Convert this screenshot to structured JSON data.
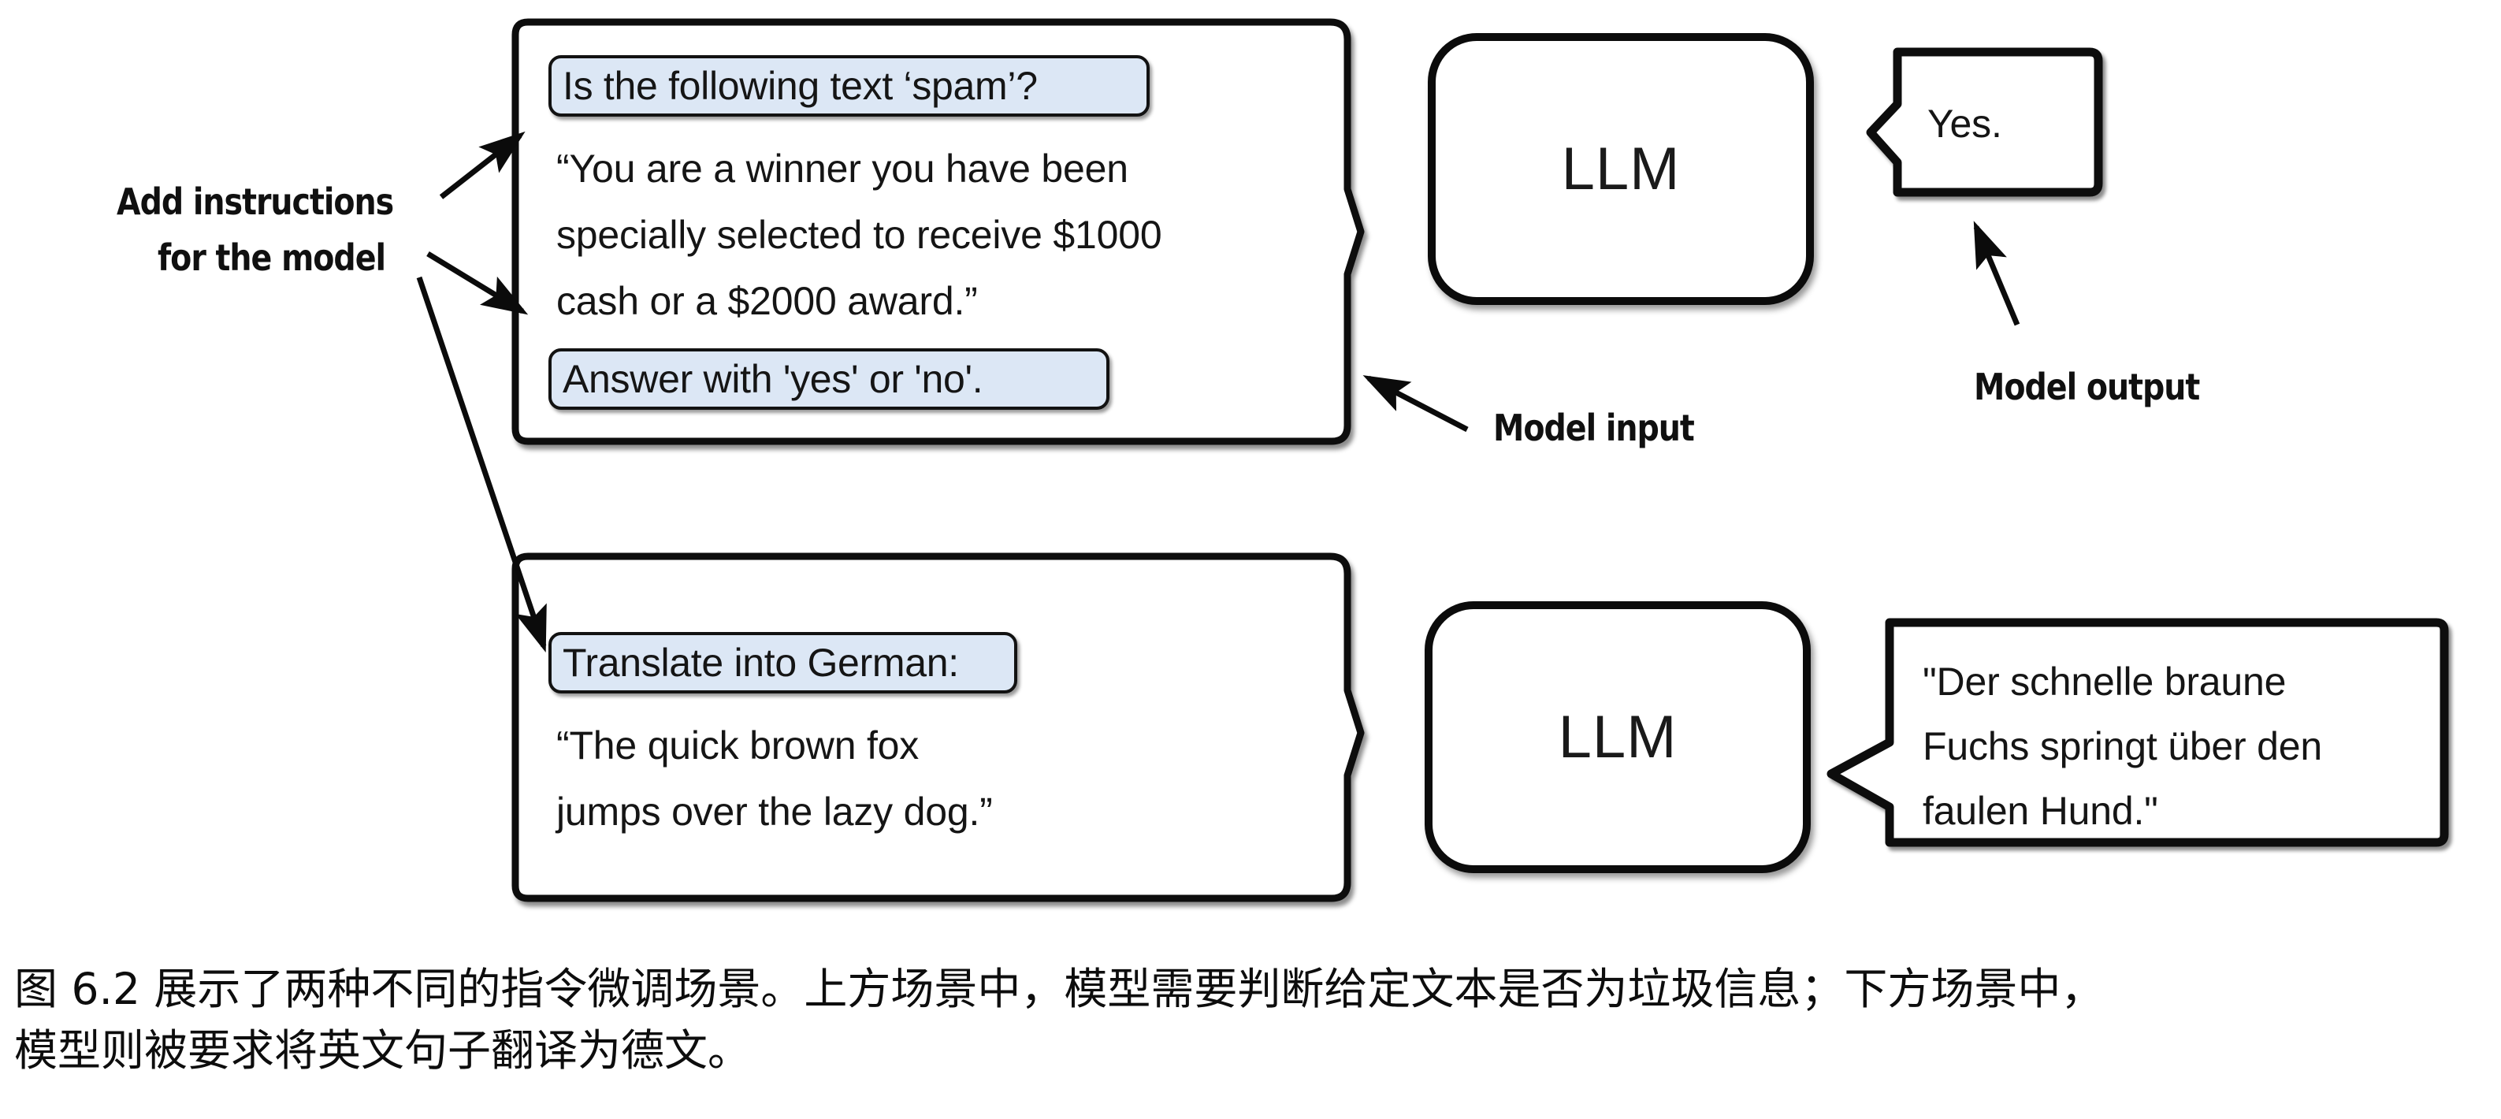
{
  "figure": {
    "caption": "图 6.2 展示了两种不同的指令微调场景。上方场景中，模型需要判断给定文本是否为垃圾信息；下方场景中，\n模型则被要求将英文句子翻译为德文。"
  },
  "annotations": {
    "add_instructions_line1": "Add instructions",
    "add_instructions_line2": "for the model",
    "model_input": "Model input",
    "model_output": "Model output"
  },
  "scenario_spam": {
    "instruction_top": "Is the following text ‘spam’?",
    "content_line1": "“You are a winner you have been",
    "content_line2": "specially selected to receive $1000",
    "content_line3": "cash or a $2000 award.”",
    "instruction_bottom": "Answer with 'yes' or 'no'.",
    "model_label": "LLM",
    "output_line1": "Yes."
  },
  "scenario_translate": {
    "instruction_top": "Translate into German:",
    "content_line1": "“The quick brown fox",
    "content_line2": "jumps over the lazy dog.”",
    "model_label": "LLM",
    "output_line1": "\"Der schnelle braune",
    "output_line2": "Fuchs springt über den",
    "output_line3": "faulen Hund.\""
  },
  "colors": {
    "chip_fill": "#dce7f5",
    "stroke": "#0b0b0b",
    "text": "#151515",
    "background": "#ffffff"
  }
}
